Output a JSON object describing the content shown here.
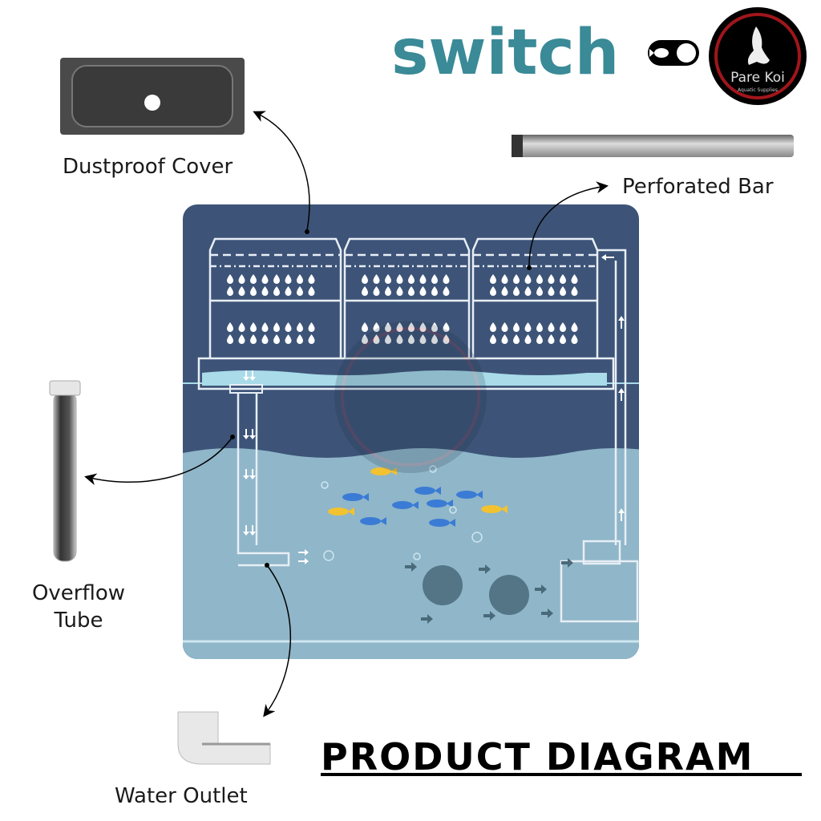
{
  "brand": {
    "word": "switch",
    "color": "#3a8a97",
    "logo_name": "Pare Koi",
    "logo_tagline": "Aquatic Supplies"
  },
  "labels": {
    "dustproof_cover": "Dustproof Cover",
    "perforated_bar": "Perforated Bar",
    "overflow_tube_line1": "Overflow",
    "overflow_tube_line2": "Tube",
    "water_outlet": "Water Outlet"
  },
  "title": "PRODUCT DIAGRAM",
  "colors": {
    "panel": "#3d5478",
    "water": "#8fb6c9",
    "tray_water": "#a9dbe9",
    "logo_ring": "#a0161b"
  }
}
